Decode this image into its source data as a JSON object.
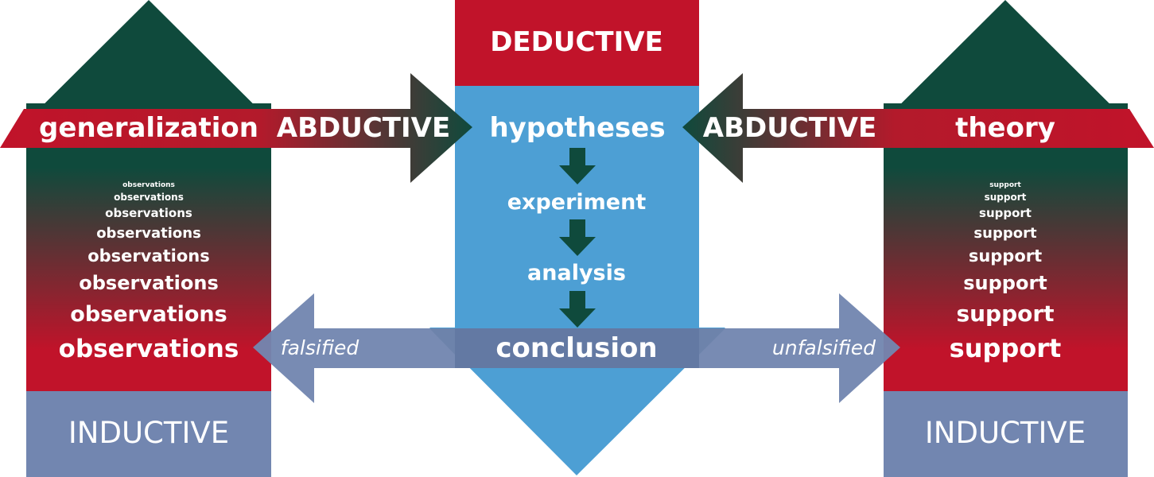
{
  "labels": {
    "deductive": "DEDUCTIVE",
    "abductive_left": "ABDUCTIVE",
    "abductive_right": "ABDUCTIVE",
    "generalization": "generalization",
    "theory": "theory",
    "hypotheses": "hypotheses",
    "experiment": "experiment",
    "analysis": "analysis",
    "conclusion": "conclusion",
    "falsified": "falsified",
    "unfalsified": "unfalsified",
    "inductive_left": "INDUCTIVE",
    "inductive_right": "INDUCTIVE"
  },
  "observations": [
    "observations",
    "observations",
    "observations",
    "observations",
    "observations",
    "observations",
    "observations",
    "observations"
  ],
  "support": [
    "support",
    "support",
    "support",
    "support",
    "support",
    "support",
    "support",
    "support"
  ],
  "colors": {
    "red": "#c1132a",
    "dark_green": "#0f4a3c",
    "blue": "#4d9fd4",
    "slate": "#7286b0",
    "conclusion_band": "#6379a3"
  }
}
